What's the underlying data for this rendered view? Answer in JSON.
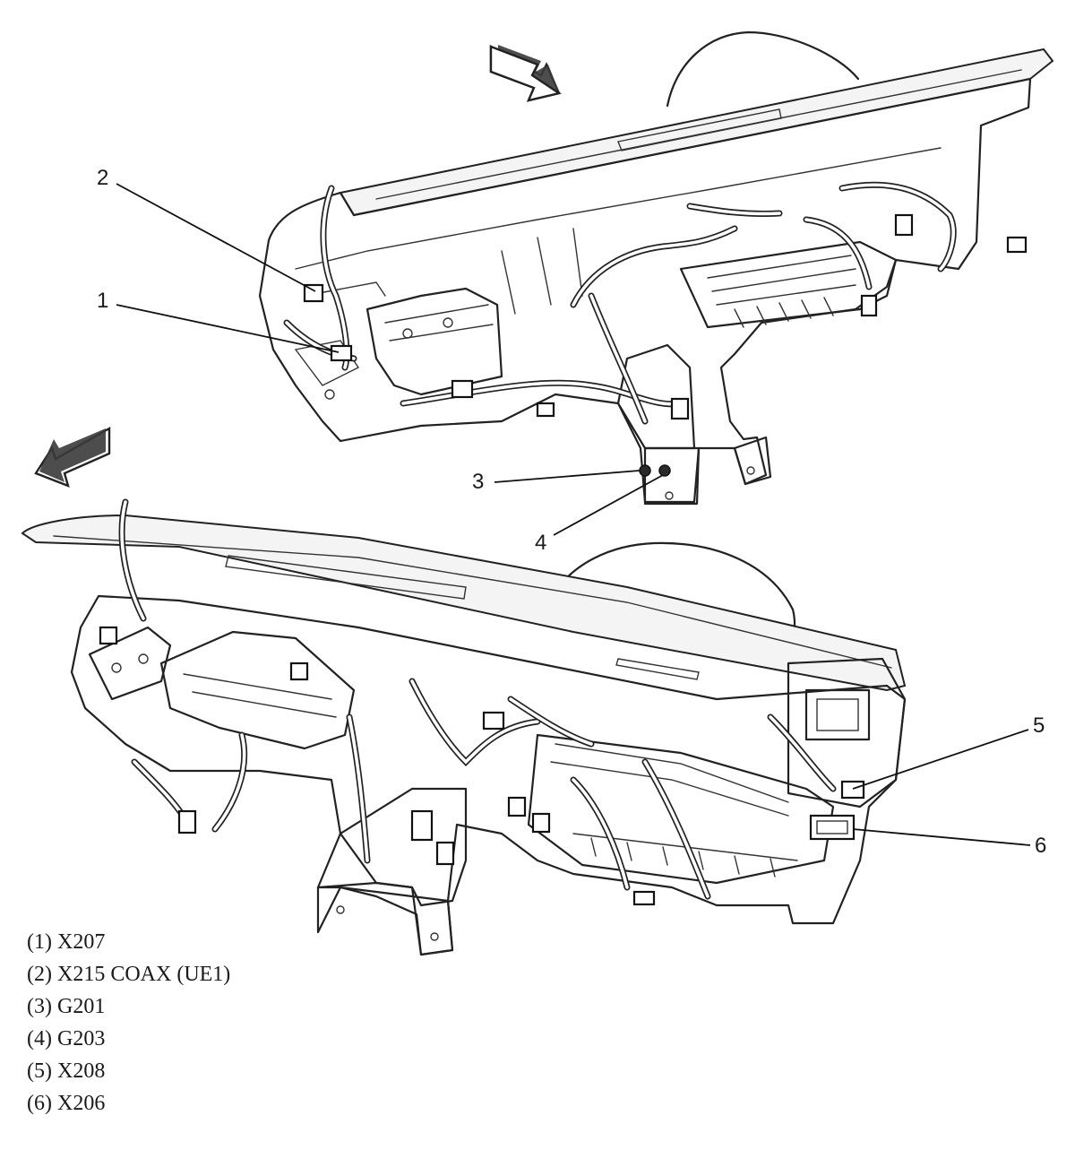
{
  "callouts": [
    {
      "num": "1",
      "label": "(1) X207"
    },
    {
      "num": "2",
      "label": "(2) X215 COAX (UE1)"
    },
    {
      "num": "3",
      "label": "(3) G201"
    },
    {
      "num": "4",
      "label": "(4) G203"
    },
    {
      "num": "5",
      "label": "(5) X208"
    },
    {
      "num": "6",
      "label": "(6) X206"
    }
  ],
  "icons": {
    "arrow_top": "forward-direction-arrow-icon",
    "arrow_left": "forward-direction-arrow-icon"
  }
}
